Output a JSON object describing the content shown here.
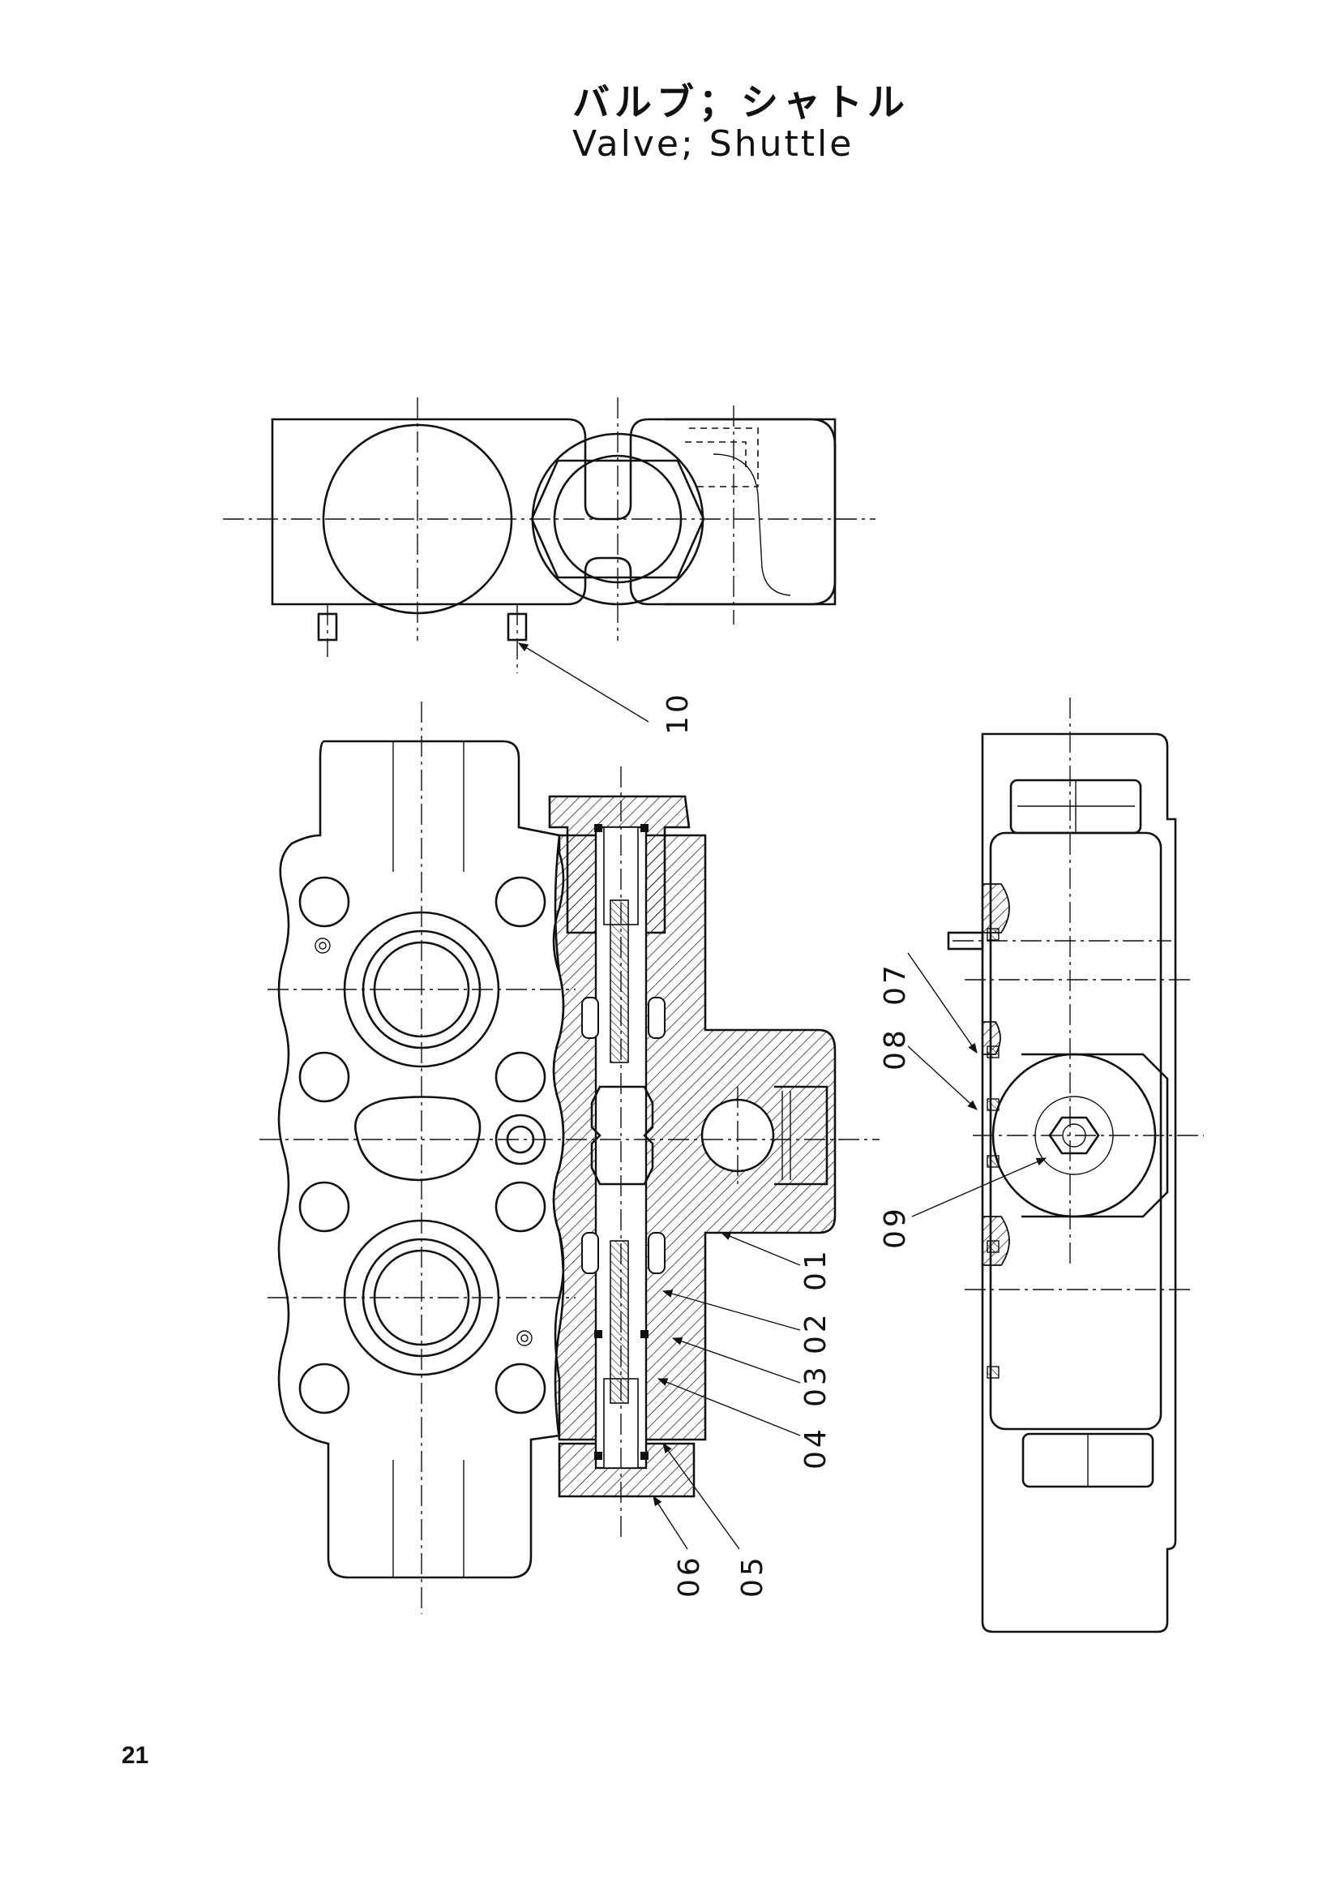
{
  "title": {
    "japanese": "バルブ；シャトル",
    "english": "Valve; Shuttle"
  },
  "page_number": "21",
  "callouts": [
    {
      "id": "10",
      "label": "10"
    },
    {
      "id": "01",
      "label": "01"
    },
    {
      "id": "02",
      "label": "02"
    },
    {
      "id": "03",
      "label": "03"
    },
    {
      "id": "04",
      "label": "04"
    },
    {
      "id": "05",
      "label": "05"
    },
    {
      "id": "06",
      "label": "06"
    },
    {
      "id": "07",
      "label": "07"
    },
    {
      "id": "08",
      "label": "08"
    },
    {
      "id": "09",
      "label": "09"
    }
  ],
  "colors": {
    "ink": "#111111",
    "paper": "#ffffff"
  }
}
